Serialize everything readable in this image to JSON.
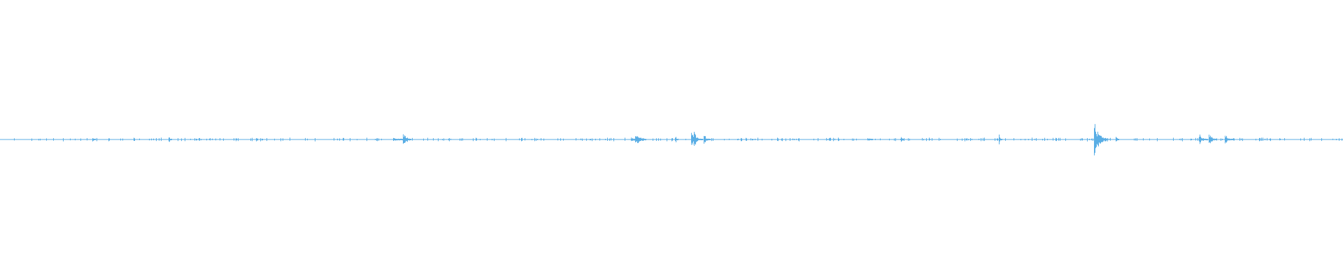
{
  "waveform": {
    "color": "#5aaee5",
    "background": "#ffffff",
    "baseline_amplitude": 0.004,
    "bursts": [
      {
        "time_fraction": 0.069,
        "amplitude": 0.02,
        "duration_fraction": 0.002
      },
      {
        "time_fraction": 0.126,
        "amplitude": 0.02,
        "duration_fraction": 0.002
      },
      {
        "time_fraction": 0.293,
        "amplitude": 0.015,
        "duration_fraction": 0.006
      },
      {
        "time_fraction": 0.3,
        "amplitude": 0.07,
        "duration_fraction": 0.006
      },
      {
        "time_fraction": 0.47,
        "amplitude": 0.02,
        "duration_fraction": 0.006
      },
      {
        "time_fraction": 0.473,
        "amplitude": 0.06,
        "duration_fraction": 0.008
      },
      {
        "time_fraction": 0.503,
        "amplitude": 0.025,
        "duration_fraction": 0.002
      },
      {
        "time_fraction": 0.515,
        "amplitude": 0.05,
        "duration_fraction": 0.008
      },
      {
        "time_fraction": 0.517,
        "amplitude": 0.07,
        "duration_fraction": 0.004
      },
      {
        "time_fraction": 0.524,
        "amplitude": 0.045,
        "duration_fraction": 0.005
      },
      {
        "time_fraction": 0.646,
        "amplitude": 0.015,
        "duration_fraction": 0.004
      },
      {
        "time_fraction": 0.671,
        "amplitude": 0.025,
        "duration_fraction": 0.002
      },
      {
        "time_fraction": 0.744,
        "amplitude": 0.035,
        "duration_fraction": 0.002
      },
      {
        "time_fraction": 0.815,
        "amplitude": 0.11,
        "duration_fraction": 0.01
      },
      {
        "time_fraction": 0.831,
        "amplitude": 0.025,
        "duration_fraction": 0.002
      },
      {
        "time_fraction": 0.893,
        "amplitude": 0.04,
        "duration_fraction": 0.006
      },
      {
        "time_fraction": 0.9,
        "amplitude": 0.045,
        "duration_fraction": 0.006
      },
      {
        "time_fraction": 0.912,
        "amplitude": 0.04,
        "duration_fraction": 0.006
      }
    ]
  }
}
